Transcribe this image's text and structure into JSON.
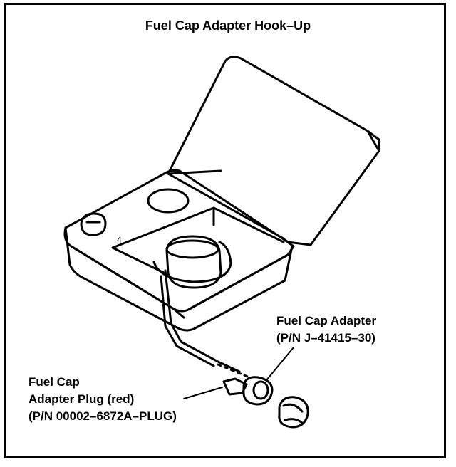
{
  "title": "Fuel Cap Adapter Hook–Up",
  "callouts": {
    "adapter": {
      "name": "Fuel Cap Adapter",
      "part_number": "(P/N J–41415–30)"
    },
    "plug": {
      "name_line1": "Fuel Cap",
      "name_line2": "Adapter Plug (red)",
      "part_number": "(P/N 00002–6872A–PLUG)"
    }
  },
  "tank_label": "4"
}
